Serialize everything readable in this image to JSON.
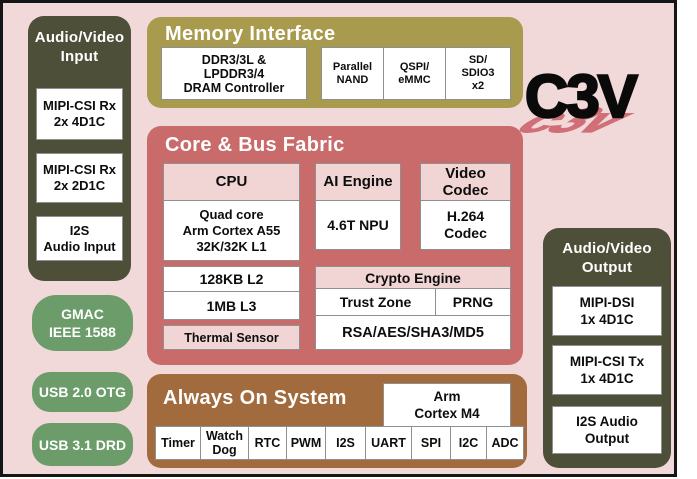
{
  "logo": {
    "main": "C3V",
    "reflection": "c3v"
  },
  "av_input": {
    "title": "Audio/Video\nInput",
    "items": [
      "MIPI-CSI Rx\n2x 4D1C",
      "MIPI-CSI Rx\n2x 2D1C",
      "I2S\nAudio Input"
    ]
  },
  "left_ports": [
    "GMAC\nIEEE 1588",
    "USB 2.0 OTG",
    "USB 3.1 DRD"
  ],
  "memory_interface": {
    "title": "Memory Interface",
    "dram": "DDR3/3L &\nLPDDR3/4\nDRAM Controller",
    "cells": [
      "Parallel\nNAND",
      "QSPI/\neMMC",
      "SD/\nSDIO3\nx2"
    ]
  },
  "core_fabric": {
    "title": "Core & Bus Fabric",
    "cpu": {
      "header": "CPU",
      "body": "Quad core\nArm Cortex A55\n32K/32K L1",
      "l2": "128KB L2",
      "l3": "1MB L3",
      "thermal": "Thermal Sensor"
    },
    "ai": {
      "header": "AI Engine",
      "body": "4.6T NPU"
    },
    "video": {
      "header": "Video\nCodec",
      "body": "H.264\nCodec"
    },
    "crypto": {
      "header": "Crypto Engine",
      "trust": "Trust Zone",
      "prng": "PRNG",
      "algos": "RSA/AES/SHA3/MD5"
    }
  },
  "always_on": {
    "title": "Always On System",
    "mcu": "Arm\nCortex M4",
    "cells": [
      "Timer",
      "Watch\nDog",
      "RTC",
      "PWM",
      "I2S",
      "UART",
      "SPI",
      "I2C",
      "ADC"
    ]
  },
  "av_output": {
    "title": "Audio/Video\nOutput",
    "items": [
      "MIPI-DSI\n1x 4D1C",
      "MIPI-CSI Tx\n1x 4D1C",
      "I2S Audio\nOutput"
    ]
  },
  "colors": {
    "background_pink": "#f2d9d9",
    "dark_olive": "#4d4f39",
    "khaki": "#a89b4e",
    "fabric_red": "#c96b6b",
    "header_pink": "#f1d4d4",
    "port_green": "#6b9c69",
    "aon_brown": "#a16b3d",
    "logo_salmon": "#d06f78",
    "box_border": "#8f8f8f",
    "frame_black": "#151515"
  }
}
